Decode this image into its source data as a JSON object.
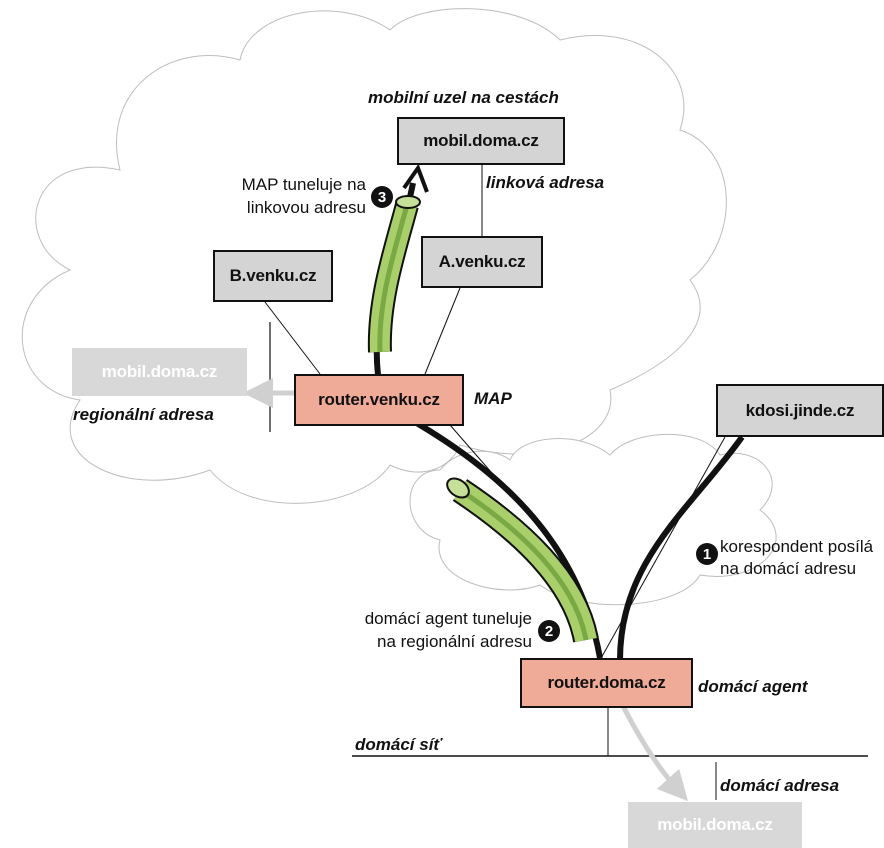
{
  "nodes": {
    "mobile_node": "mobil.doma.cz",
    "a_venku": "A.venku.cz",
    "b_venku": "B.venku.cz",
    "router_venku": "router.venku.cz",
    "regional_ghost": "mobil.doma.cz",
    "kdosi": "kdosi.jinde.cz",
    "router_doma": "router.doma.cz",
    "home_ghost": "mobil.doma.cz"
  },
  "labels": {
    "mobile_on_road": "mobilní uzel na cestách",
    "link_address": "linková adresa",
    "map": "MAP",
    "regional_address": "regionální adresa",
    "home_agent": "domácí agent",
    "home_network": "domácí síť",
    "home_address": "domácí adresa"
  },
  "steps": [
    {
      "number": "1",
      "line1": "korespondent posílá",
      "line2": "na domácí adresu"
    },
    {
      "number": "2",
      "line1": "domácí agent tuneluje",
      "line2": "na regionální adresu"
    },
    {
      "number": "3",
      "line1": "MAP tuneluje na",
      "line2": "linkovou adresu"
    }
  ],
  "colors": {
    "gray_box": "#d4d4d4",
    "router_box": "#f0ab98",
    "tunnel_green": "#a8cf6a",
    "tunnel_dark": "#7aa844",
    "ghost_box": "#d8d8d8",
    "ghost_arrow": "#d0d0d0"
  }
}
